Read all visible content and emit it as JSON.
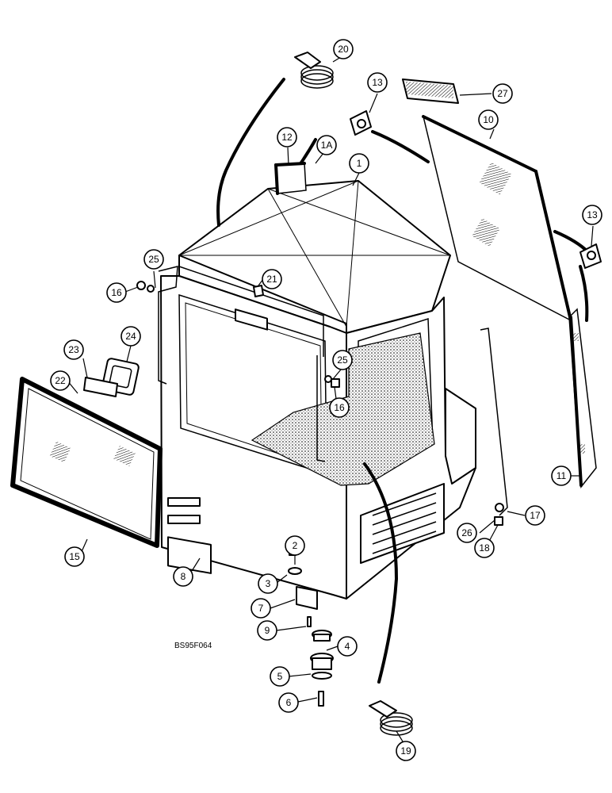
{
  "diagram": {
    "code": "BS95F064",
    "callouts": [
      {
        "id": "c1",
        "label": "1"
      },
      {
        "id": "c1a",
        "label": "1A"
      },
      {
        "id": "c2",
        "label": "2"
      },
      {
        "id": "c3",
        "label": "3"
      },
      {
        "id": "c4",
        "label": "4"
      },
      {
        "id": "c5",
        "label": "5"
      },
      {
        "id": "c6",
        "label": "6"
      },
      {
        "id": "c7",
        "label": "7"
      },
      {
        "id": "c8",
        "label": "8"
      },
      {
        "id": "c9",
        "label": "9"
      },
      {
        "id": "c10",
        "label": "10"
      },
      {
        "id": "c11",
        "label": "11"
      },
      {
        "id": "c12",
        "label": "12"
      },
      {
        "id": "c13a",
        "label": "13"
      },
      {
        "id": "c13b",
        "label": "13"
      },
      {
        "id": "c15",
        "label": "15"
      },
      {
        "id": "c16a",
        "label": "16"
      },
      {
        "id": "c16b",
        "label": "16"
      },
      {
        "id": "c17",
        "label": "17"
      },
      {
        "id": "c18",
        "label": "18"
      },
      {
        "id": "c19",
        "label": "19"
      },
      {
        "id": "c20",
        "label": "20"
      },
      {
        "id": "c21",
        "label": "21"
      },
      {
        "id": "c22",
        "label": "22"
      },
      {
        "id": "c23",
        "label": "23"
      },
      {
        "id": "c24",
        "label": "24"
      },
      {
        "id": "c25a",
        "label": "25"
      },
      {
        "id": "c25b",
        "label": "25"
      },
      {
        "id": "c26",
        "label": "26"
      },
      {
        "id": "c27",
        "label": "27"
      }
    ]
  }
}
